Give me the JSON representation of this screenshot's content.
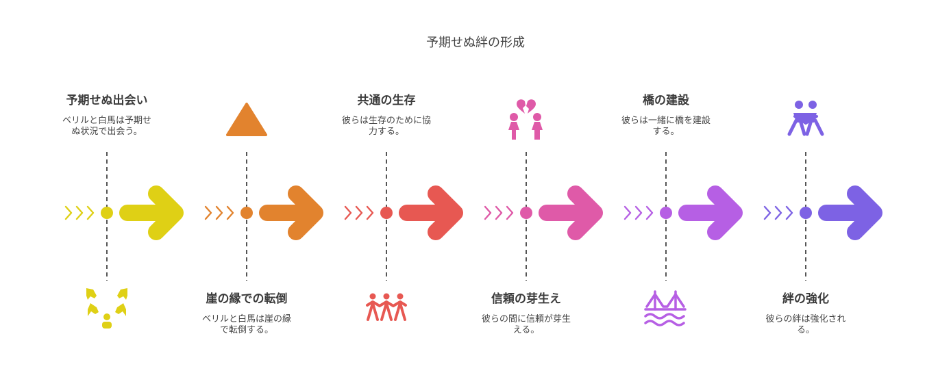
{
  "title": "予期せぬ絆の形成",
  "stages": [
    {
      "title": "予期せぬ出会い",
      "desc": "ベリルと白馬は予期せぬ状況で出会う。",
      "color": "#dfd015",
      "icon": "surprise-icon",
      "label_position": "top"
    },
    {
      "title": "崖の縁での転倒",
      "desc": "ベリルと白馬は崖の縁で転倒する。",
      "color": "#e2832e",
      "icon": "triangle-cliff-icon",
      "label_position": "bottom"
    },
    {
      "title": "共通の生存",
      "desc": "彼らは生存のために協力する。",
      "color": "#e75852",
      "icon": "people-holding-hands-icon",
      "label_position": "top"
    },
    {
      "title": "信頼の芽生え",
      "desc": "彼らの間に信頼が芽生える。",
      "color": "#df5aa8",
      "icon": "broken-heart-couple-icon",
      "label_position": "bottom"
    },
    {
      "title": "橋の建設",
      "desc": "彼らは一緒に橋を建設する。",
      "color": "#b65fe4",
      "icon": "bridge-icon",
      "label_position": "top"
    },
    {
      "title": "絆の強化",
      "desc": "彼らの絆は強化される。",
      "color": "#7d62e4",
      "icon": "hugging-people-icon",
      "label_position": "bottom"
    }
  ]
}
